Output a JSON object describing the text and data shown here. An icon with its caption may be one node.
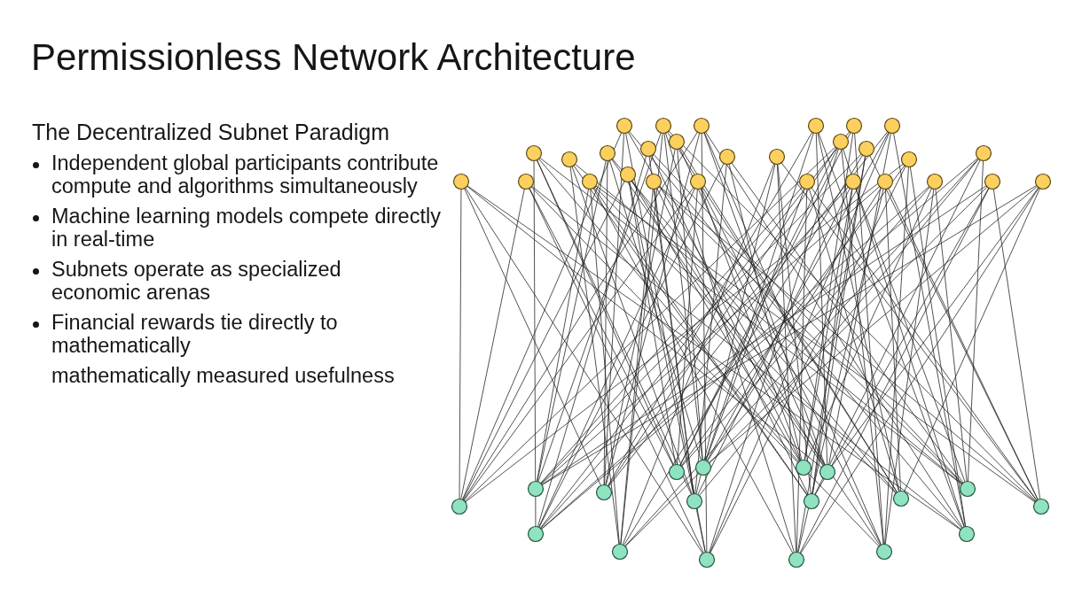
{
  "diagram": {
    "title": "Permissionless Network Architecture",
    "labels": [
      "The Decentralized Subnet Paradigm",
      "Independent global participants contribute compute and algorithms simultaneously",
      "Machine learning models compete directly in real-time",
      "Subnets operate as specialized economic arenas",
      "Financial rewards tie directly to mathematically",
      "mathematically measured usefulness"
    ]
  }
}
